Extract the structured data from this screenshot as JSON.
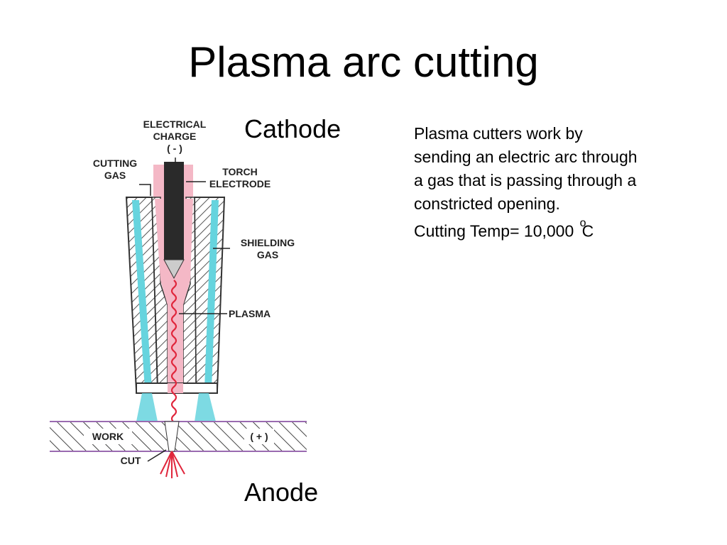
{
  "title": "Plasma arc cutting",
  "labels": {
    "cathode": "Cathode",
    "anode": "Anode"
  },
  "description": {
    "lines": [
      "Plasma cutters work by",
      "sending an electric arc through",
      "a gas that is passing through a",
      "constricted opening."
    ],
    "temp_prefix": "Cutting Temp= 10,000 ",
    "temp_degree": "o",
    "temp_unit": "C"
  },
  "diagram": {
    "electrical_charge_1": "ELECTRICAL",
    "electrical_charge_2": "CHARGE",
    "electrical_charge_3": "( - )",
    "cutting_gas_1": "CUTTING",
    "cutting_gas_2": "GAS",
    "torch_electrode_1": "TORCH",
    "torch_electrode_2": "ELECTRODE",
    "shielding_gas_1": "SHIELDING",
    "shielding_gas_2": "GAS",
    "plasma": "PLASMA",
    "work": "WORK",
    "positive": "( + )",
    "cut": "CUT"
  },
  "colors": {
    "shielding_gas": "#66d4de",
    "plasma_gas": "#f4b8c6",
    "arc": "#e0263c",
    "electrode": "#2a2a2a"
  }
}
